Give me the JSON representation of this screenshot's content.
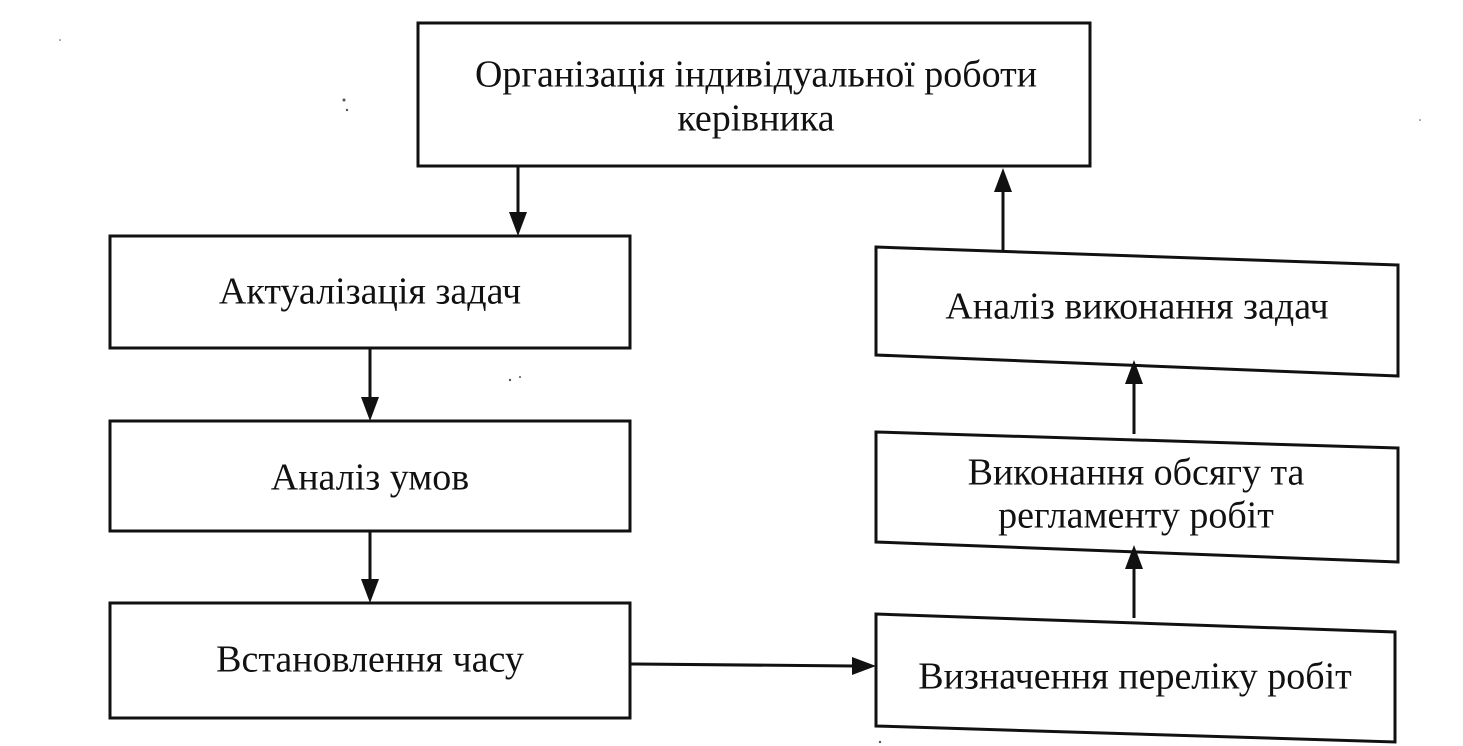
{
  "diagram": {
    "top": {
      "line1": "Організація індивідуальної роботи",
      "line2": "керівника"
    },
    "left": {
      "step1": "Актуалізація задач",
      "step2": "Аналіз умов",
      "step3": "Встановлення часу"
    },
    "right": {
      "step1": "Визначення переліку робіт",
      "step2_line1": "Виконання обсягу та",
      "step2_line2": "регламенту робіт",
      "step3": "Аналіз виконання задач"
    }
  },
  "colors": {
    "stroke": "#111111",
    "background": "#ffffff"
  }
}
